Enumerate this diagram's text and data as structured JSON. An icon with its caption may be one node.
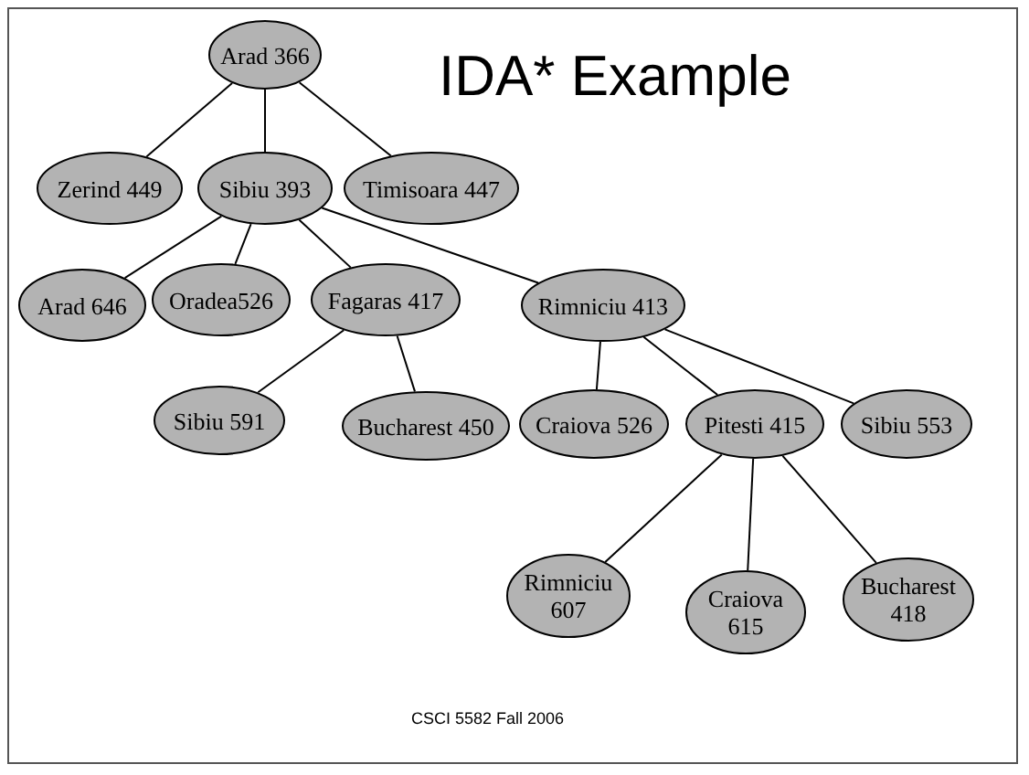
{
  "diagram": {
    "title": "IDA* Example",
    "nodes": [
      {
        "text": [
          "Arad 366"
        ]
      },
      {
        "text": [
          "Zerind 449"
        ]
      },
      {
        "text": [
          "Sibiu 393"
        ]
      },
      {
        "text": [
          "Timisoara 447"
        ]
      },
      {
        "text": [
          "Arad 646"
        ]
      },
      {
        "text": [
          "Oradea526"
        ]
      },
      {
        "text": [
          "Fagaras 417"
        ]
      },
      {
        "text": [
          "Rimniciu 413"
        ]
      },
      {
        "text": [
          "Sibiu 591"
        ]
      },
      {
        "text": [
          "Bucharest 450"
        ]
      },
      {
        "text": [
          "Craiova 526"
        ]
      },
      {
        "text": [
          "Pitesti 415"
        ]
      },
      {
        "text": [
          "Sibiu 553"
        ]
      },
      {
        "text": [
          "Rimniciu 607"
        ]
      },
      {
        "text": [
          "Craiova 615"
        ]
      },
      {
        "text": [
          "Bucharest 418"
        ]
      }
    ],
    "edges": [
      {
        "from": 0,
        "to": 1,
        "arrow": "none"
      },
      {
        "from": 0,
        "to": 2,
        "arrow": "none"
      },
      {
        "from": 0,
        "to": 3,
        "arrow": "none"
      },
      {
        "from": 2,
        "to": 4,
        "arrow": "none"
      },
      {
        "from": 2,
        "to": 5,
        "arrow": "none"
      },
      {
        "from": 2,
        "to": 6,
        "arrow": "none"
      },
      {
        "from": 2,
        "to": 7,
        "arrow": "none"
      },
      {
        "from": 6,
        "to": 8,
        "arrow": "none"
      },
      {
        "from": 6,
        "to": 9,
        "arrow": "none"
      },
      {
        "from": 7,
        "to": 10,
        "arrow": "none"
      },
      {
        "from": 7,
        "to": 11,
        "arrow": "none"
      },
      {
        "from": 7,
        "to": 12,
        "arrow": "none"
      },
      {
        "from": 11,
        "to": 13,
        "arrow": "none"
      },
      {
        "from": 11,
        "to": 14,
        "arrow": "none"
      },
      {
        "from": 11,
        "to": 15,
        "arrow": "none"
      }
    ],
    "labels": [
      "CSCI 5582 Fall 2006"
    ]
  }
}
